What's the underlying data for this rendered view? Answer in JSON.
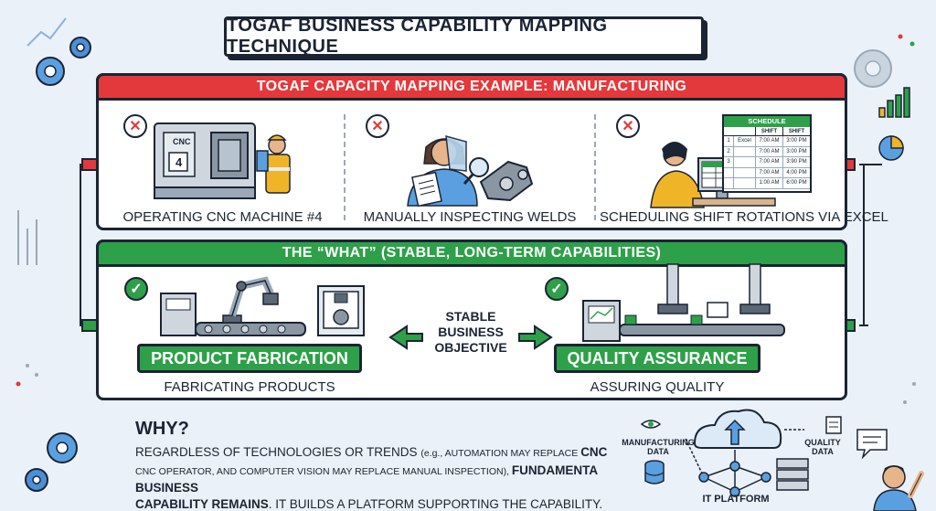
{
  "title": "TOGAF BUSINESS CAPABILITY MAPPING TECHNIQUE",
  "top_panel": {
    "banner": "TOGAF CAPACITY MAPPING EXAMPLE: MANUFACTURING",
    "items": [
      {
        "label": "OPERATING CNC MACHINE #4",
        "machine_text": "CNC",
        "machine_number": "4"
      },
      {
        "label": "MANUALLY INSPECTING WELDS"
      },
      {
        "label": "SCHEDULING SHIFT ROTATIONS VIA EXCEL"
      }
    ],
    "schedule": {
      "title": "SCHEDULE",
      "headers": [
        "SHIFT",
        "SHIFT"
      ],
      "rows": [
        [
          "1",
          "Excel",
          "7:00 AM",
          "3:00 PM"
        ],
        [
          "2",
          "",
          "7:00 AM",
          "3:00 PM"
        ],
        [
          "3",
          "",
          "7:00 AM",
          "3:90 PM"
        ],
        [
          "",
          "",
          "7:00 AM",
          "4:00 PM"
        ],
        [
          "",
          "",
          "1:00 AM",
          "6:00 PM"
        ]
      ]
    }
  },
  "bottom_panel": {
    "banner": "THE “WHAT” (STABLE, LONG-TERM CAPABILITIES)",
    "left": {
      "title": "PRODUCT FABRICATION",
      "label": "FABRICATING PRODUCTS"
    },
    "right": {
      "title": "QUALITY ASSURANCE",
      "label": "ASSURING QUALITY"
    },
    "center": [
      "STABLE",
      "BUSINESS",
      "OBJECTIVE"
    ]
  },
  "why": {
    "title": "WHY?",
    "line1_a": "REGARDLESS OF TECHNOLOGIES OR TRENDS ",
    "line1_b": "(e.g., AUTOMATION MAY REPLACE ",
    "line1_c": "CNC",
    "line2_a": "CNC OPERATOR, AND COMPUTER VISION MAY REPLACE MANUAL INSPECTION), ",
    "line2_b": "FUNDAMENTA BUSINESS",
    "line3_a": "CAPABILITY REMAINS",
    "line3_b": ". IT BUILDS A PLATFORM SUPPORTING THE CAPABILITY."
  },
  "platform": {
    "manufacturing_data": [
      "MANUFACTURING",
      "DATA"
    ],
    "quality_data": [
      "QUALITY",
      "DATA"
    ],
    "label": "IT PLATFORM"
  },
  "colors": {
    "red": "#e3393c",
    "green": "#2ea049",
    "ink": "#1b2433",
    "background": "#eaf1f8"
  }
}
